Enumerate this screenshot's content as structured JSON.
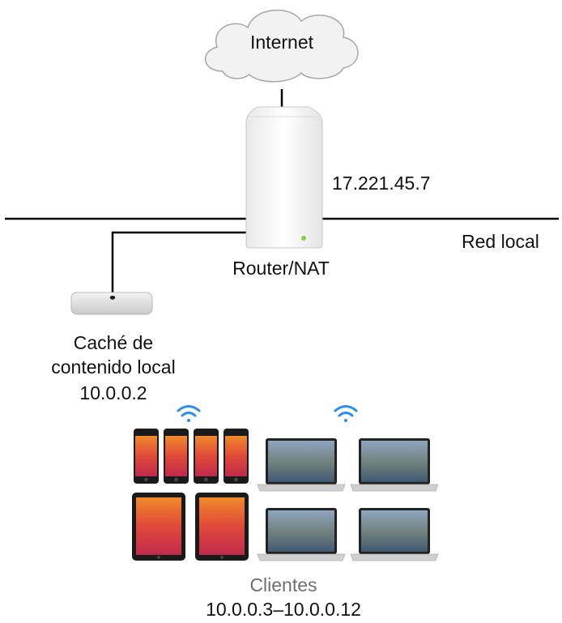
{
  "cloud": {
    "label": "Internet"
  },
  "router": {
    "label": "Router/NAT",
    "ip": "17.221.45.7"
  },
  "network": {
    "label": "Red local"
  },
  "cache": {
    "line1": "Caché de",
    "line2": "contenido local",
    "ip": "10.0.0.2"
  },
  "clients": {
    "label": "Clientes",
    "range": "10.0.0.3–10.0.0.12"
  },
  "colors": {
    "wifi": "#2a8ef0",
    "line": "#000000",
    "led": "#7bd33a",
    "caption_gray": "#6e6e6e"
  },
  "icons": [
    "cloud-icon",
    "router-icon",
    "mac-mini-icon",
    "wifi-icon",
    "iphone-icon",
    "ipad-icon",
    "macbook-icon"
  ]
}
